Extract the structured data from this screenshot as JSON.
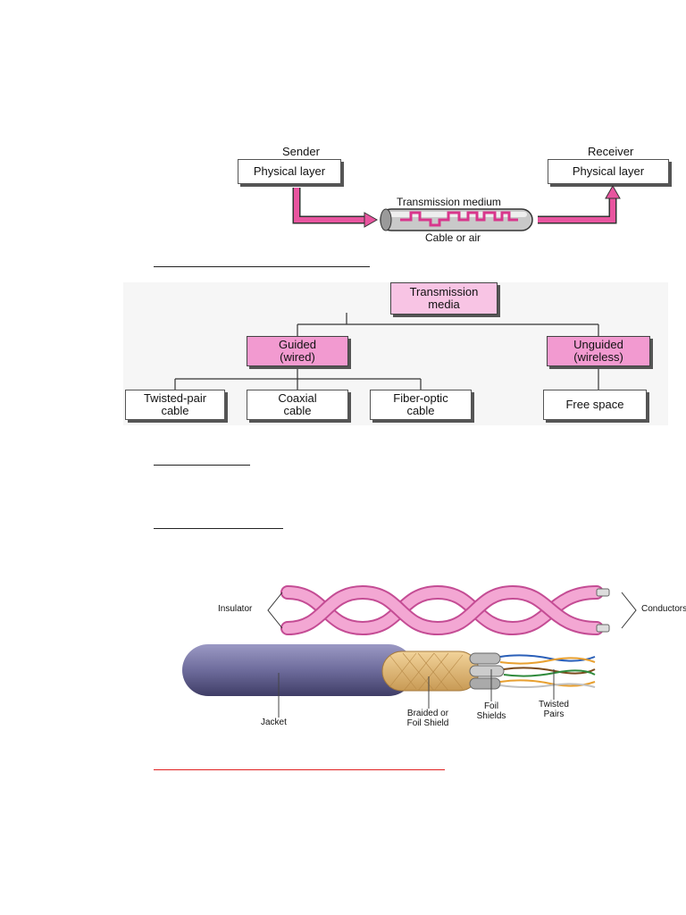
{
  "fig1": {
    "sender": "Sender",
    "receiver": "Receiver",
    "sender_box": "Physical layer",
    "receiver_box": "Physical layer",
    "medium": "Transmission medium",
    "cable": "Cable or air"
  },
  "fig2": {
    "root": "Transmission\nmedia",
    "guided": "Guided\n(wired)",
    "unguided": "Unguided\n(wireless)",
    "twisted": "Twisted-pair\ncable",
    "coaxial": "Coaxial\ncable",
    "fiber": "Fiber-optic\ncable",
    "free": "Free space"
  },
  "fig3": {
    "insulator": "Insulator",
    "conductors": "Conductors",
    "jacket": "Jacket",
    "braided": "Braided or\nFoil Shield",
    "foil": "Foil\nShields",
    "pairs": "Twisted\nPairs"
  },
  "colors": {
    "pink": "#f29ad0",
    "red_rule": "#e02020",
    "jacket": "#7a78a8"
  }
}
